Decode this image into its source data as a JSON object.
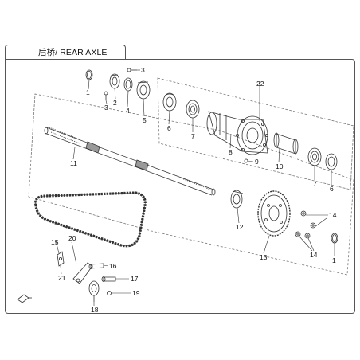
{
  "header": {
    "title": "后桥/ REAR AXLE"
  },
  "callouts": {
    "c1a": "1",
    "c1b": "1",
    "c2": "2",
    "c3a": "3",
    "c3b": "3",
    "c4": "4",
    "c5": "5",
    "c6a": "6",
    "c6b": "6",
    "c7a": "7",
    "c7b": "7",
    "c8": "8",
    "c9": "9",
    "c10": "10",
    "c11": "11",
    "c12": "12",
    "c13": "13",
    "c14a": "14",
    "c14b": "14",
    "c15": "15",
    "c16": "16",
    "c17": "17",
    "c18": "18",
    "c19": "19",
    "c20": "20",
    "c21": "21",
    "c22": "22"
  },
  "colors": {
    "line": "#333333",
    "frame": "#555555",
    "dash": "#777777",
    "gray": "#9a9a9a"
  }
}
